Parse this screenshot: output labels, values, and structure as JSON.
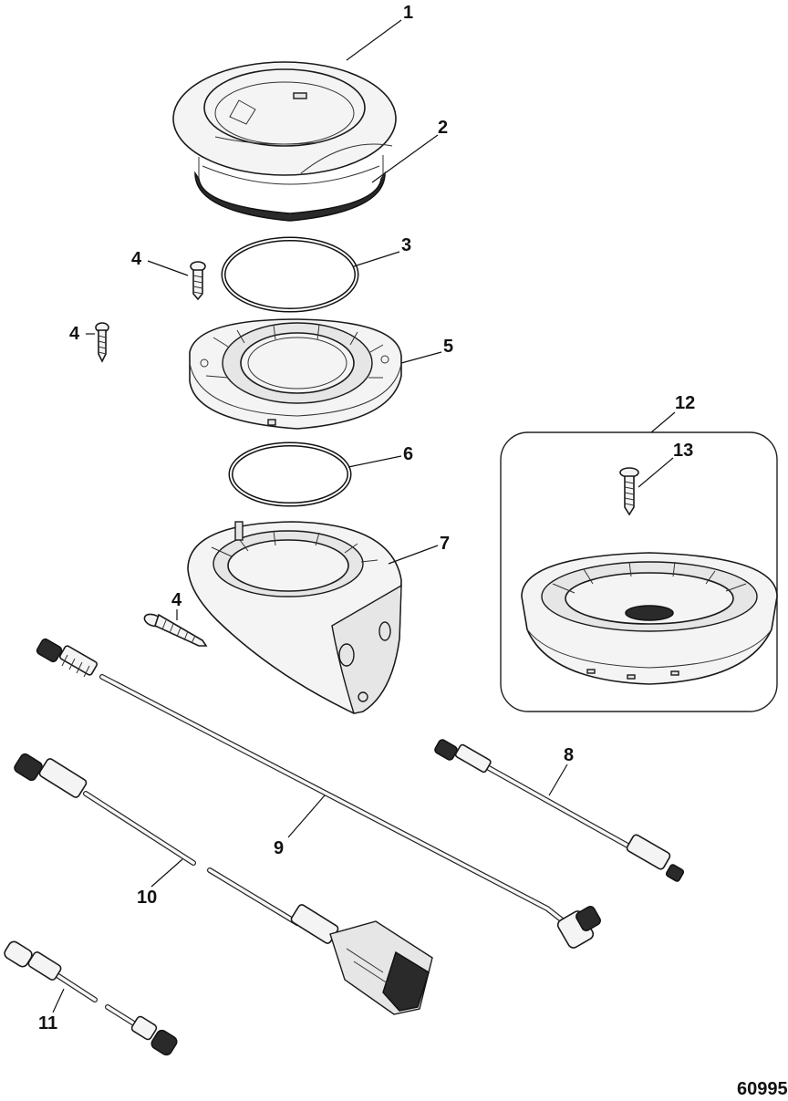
{
  "callouts": {
    "c1": "1",
    "c2": "2",
    "c3": "3",
    "c4a": "4",
    "c4b": "4",
    "c4c": "4",
    "c5": "5",
    "c6": "6",
    "c7": "7",
    "c8": "8",
    "c9": "9",
    "c10": "10",
    "c11": "11",
    "c12": "12",
    "c13": "13"
  },
  "figure_number": "60995"
}
